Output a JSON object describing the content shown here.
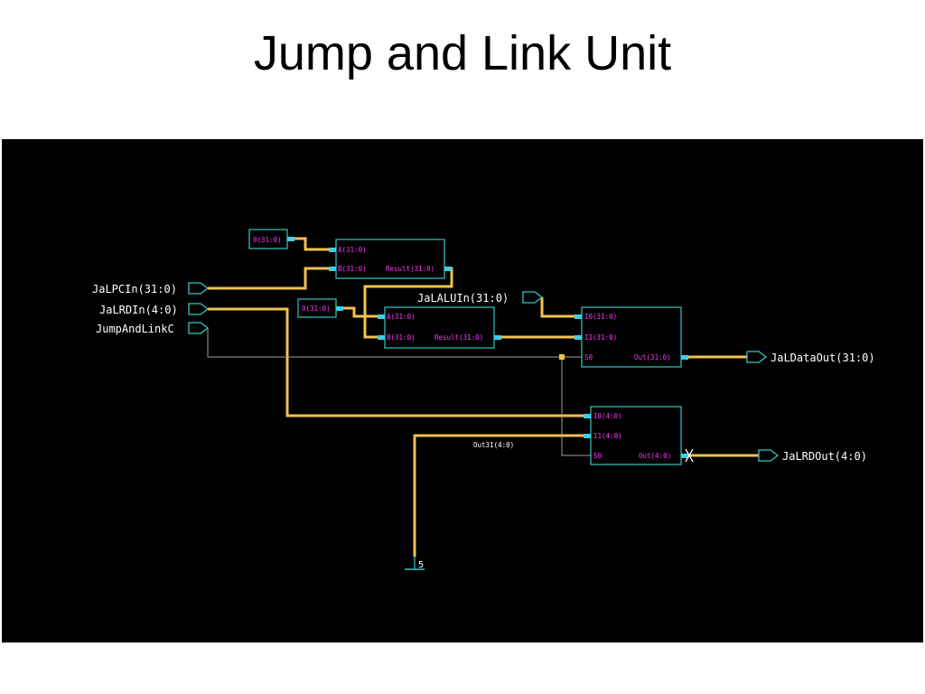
{
  "slide": {
    "title": "Jump and Link Unit"
  },
  "ports": {
    "inputs": [
      "JaLPCIn(31:0)",
      "JaLRDIn(4:0)",
      "JumpAndLinkC",
      "JaLALUIn(31:0)"
    ],
    "outputs": [
      "JaLDataOut(31:0)",
      "JaLRDOut(4:0)"
    ]
  },
  "constants": {
    "c1": "0(31:0)",
    "c2": "0(31:0)",
    "ground": "5"
  },
  "adder1": {
    "a": "A(31:0)",
    "b": "B(31:0)",
    "result": "Result(31:0)"
  },
  "adder2": {
    "a": "A(31:0)",
    "b": "B(31:0)",
    "result": "Result(31:0)"
  },
  "mux1": {
    "i0": "I0(31:0)",
    "i1": "I1(31:0)",
    "sel": "S0",
    "out": "Out(31:0)"
  },
  "mux2": {
    "i0": "I0(4:0)",
    "i1": "I1(4:0)",
    "sel": "S0",
    "out": "Out(4:0)"
  },
  "net_label": "Out31(4:0)",
  "colors": {
    "background": "#000000",
    "wire": "#f2c14e",
    "box": "#35c6c6",
    "pin_text": "#ff33ff"
  }
}
